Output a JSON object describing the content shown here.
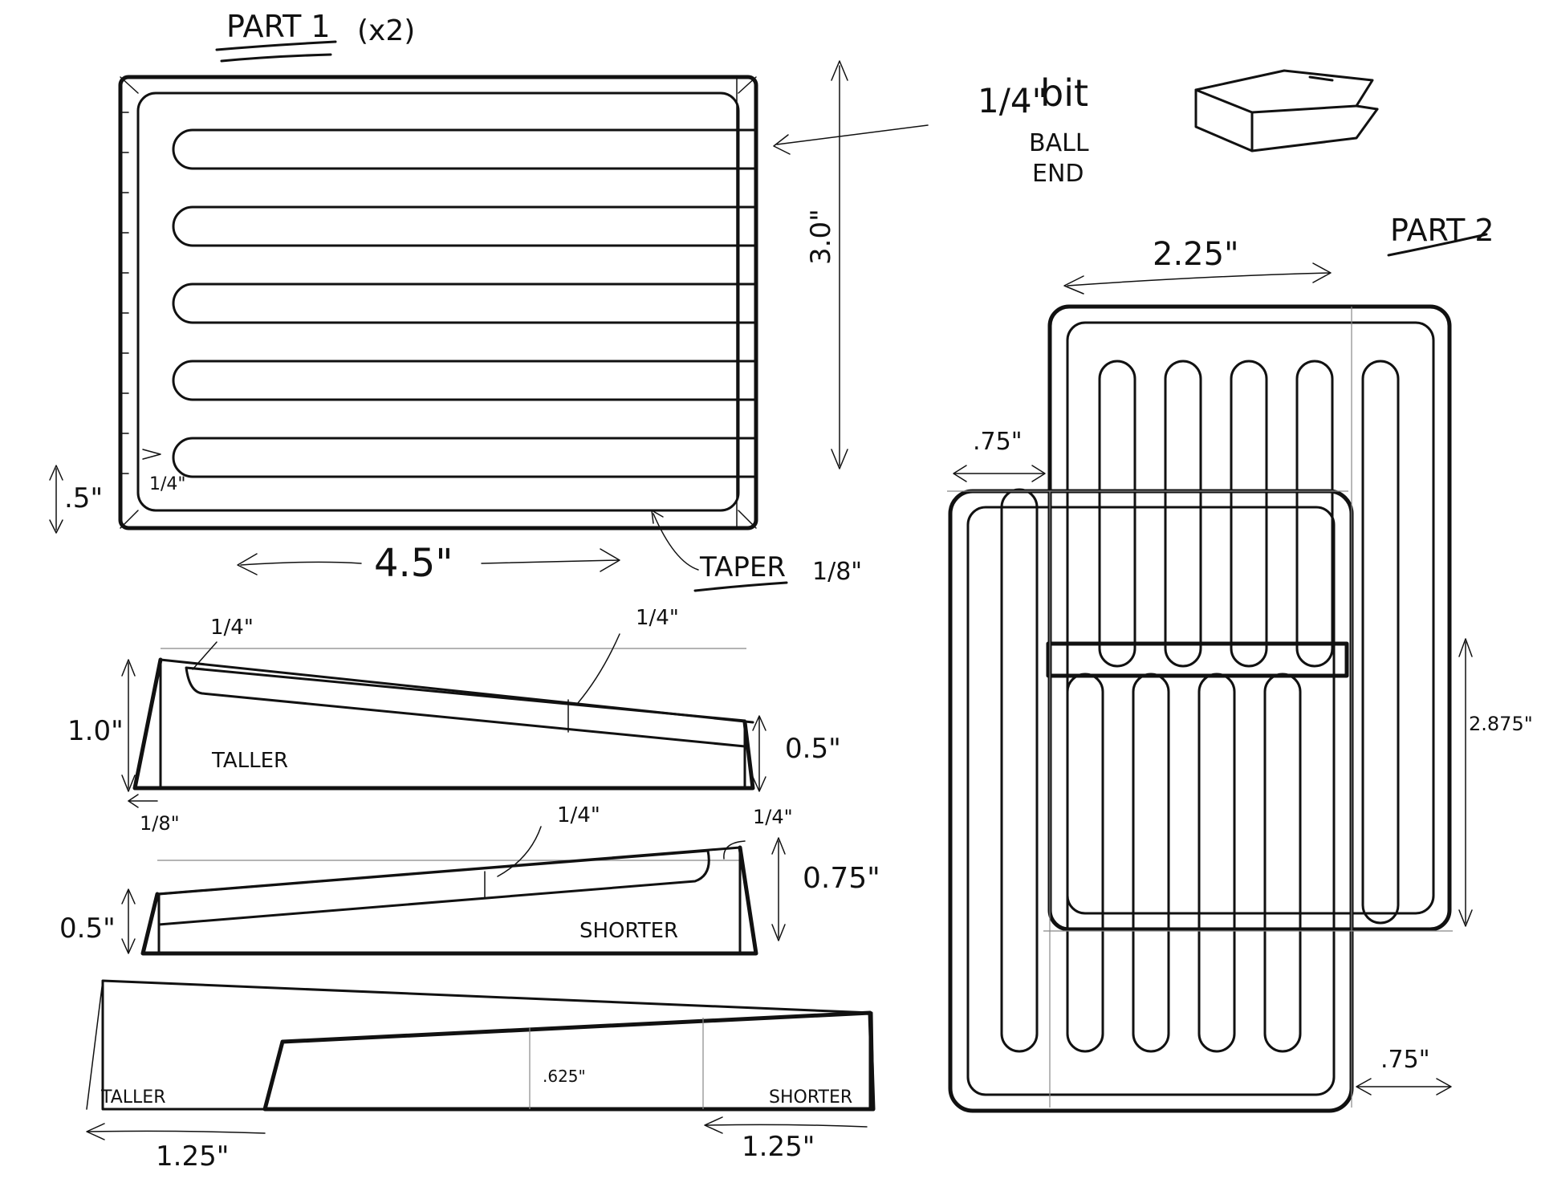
{
  "part1": {
    "title": "PART 1",
    "qty": "(x2)",
    "width": "4.5\"",
    "height": "3.0\"",
    "edge": ".5\"",
    "groove_offset": "1/4\"",
    "taper_label": "TAPER",
    "taper_value": "1/8\""
  },
  "bit": {
    "size": "1/4\"",
    "word1": "bit",
    "word2": "BALL",
    "word3": "END"
  },
  "part2": {
    "title": "PART 2",
    "width": "2.25\"",
    "offset_top": ".75\"",
    "offset_bottom": ".75\"",
    "height": "2.875\""
  },
  "profile_taller": {
    "label": "TALLER",
    "left_height": "1.0\"",
    "right_height": "0.5\"",
    "top_groove": "1/4\"",
    "mid_groove": "1/4\"",
    "bottom_taper": "1/8\""
  },
  "profile_shorter": {
    "label": "SHORTER",
    "left_height": "0.5\"",
    "right_height": "0.75\"",
    "mid_groove": "1/4\"",
    "end_groove": "1/4\""
  },
  "assembly": {
    "left_label": "TALLER",
    "right_label": "SHORTER",
    "mid_value": ".625\"",
    "left_len": "1.25\"",
    "right_len": "1.25\""
  }
}
